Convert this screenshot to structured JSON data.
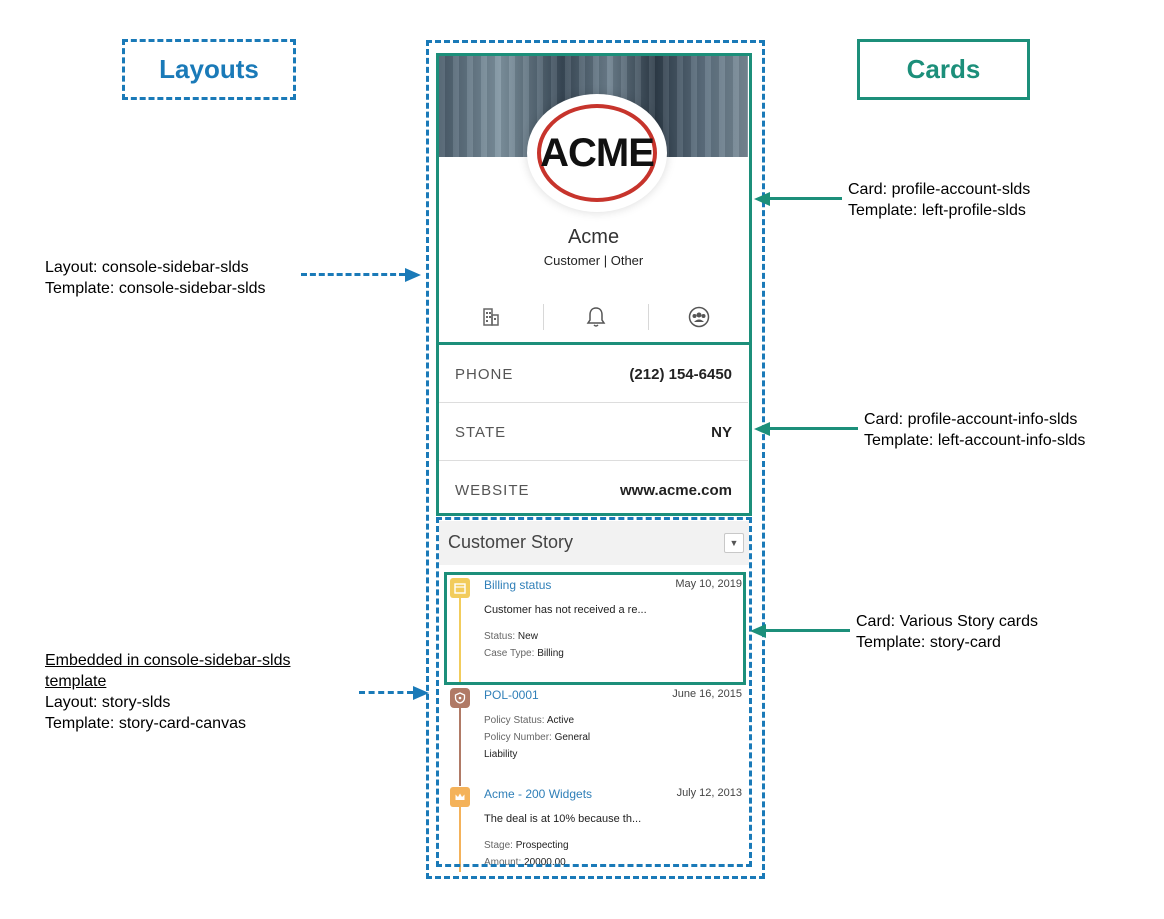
{
  "legend": {
    "layouts": "Layouts",
    "cards": "Cards"
  },
  "annotations": {
    "profile_card": {
      "card": "Card: profile-account-slds",
      "template": "Template: left-profile-slds"
    },
    "sidebar_layout": {
      "layout": "Layout: console-sidebar-slds",
      "template": "Template: console-sidebar-slds"
    },
    "info_card": {
      "card": "Card: profile-account-info-slds",
      "template": "Template: left-account-info-slds"
    },
    "story_card": {
      "card": "Card: Various Story cards",
      "template": "Template: story-card"
    },
    "story_layout": {
      "embedded_line1": "Embedded in console-sidebar-slds",
      "embedded_line2": "template",
      "layout": "Layout: story-slds",
      "template": "Template: story-card-canvas"
    }
  },
  "profile": {
    "logo_text": "ACME",
    "name": "Acme",
    "subtitle": "Customer | Other",
    "icons": [
      "building-icon",
      "bell-icon",
      "group-icon"
    ]
  },
  "account_info": [
    {
      "label": "PHONE",
      "value": "(212) 154-6450"
    },
    {
      "label": "STATE",
      "value": "NY"
    },
    {
      "label": "WEBSITE",
      "value": "www.acme.com"
    }
  ],
  "story": {
    "title": "Customer Story",
    "items": [
      {
        "title": "Billing status",
        "date": "May 10, 2019",
        "desc": "Customer has not received a re...",
        "fields": [
          {
            "label": "Status: ",
            "value": "New"
          },
          {
            "label": "Case Type: ",
            "value": "Billing"
          }
        ],
        "color": "#f2cc5c"
      },
      {
        "title": "POL-0001",
        "date": "June 16, 2015",
        "desc": "",
        "fields": [
          {
            "label": "Policy Status: ",
            "value": "Active"
          },
          {
            "label": "Policy Number: ",
            "value": "General"
          },
          {
            "label": "",
            "value": "Liability"
          }
        ],
        "color": "#b07a66"
      },
      {
        "title": "Acme - 200 Widgets",
        "date": "July 12, 2013",
        "desc": "The deal is at 10% because th...",
        "fields": [
          {
            "label": "Stage: ",
            "value": "Prospecting"
          },
          {
            "label": "Amount: ",
            "value": "20000.00"
          }
        ],
        "color": "#f4b25a"
      }
    ]
  },
  "colors": {
    "layout_blue": "#1a7ab8",
    "card_green": "#1c8f7a",
    "logo_red": "#c7342c"
  }
}
